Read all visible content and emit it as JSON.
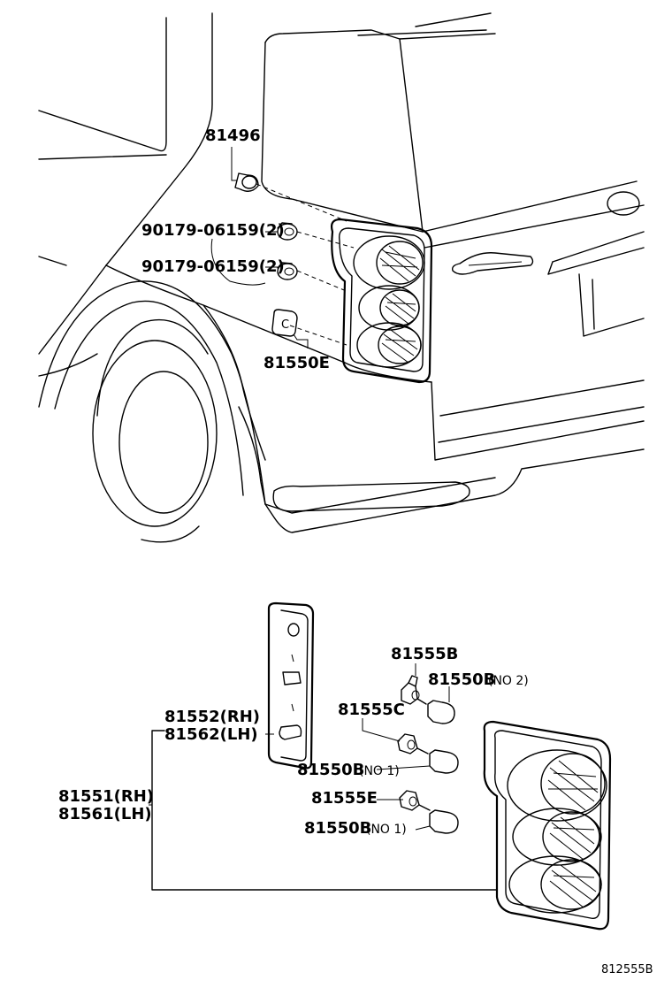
{
  "callouts": {
    "p81496": "81496",
    "p90179_a": "90179-06159(2)",
    "p90179_b": "90179-06159(2)",
    "p81550E": "81550E",
    "p81555B": "81555B",
    "p81550B_no2": "81550B",
    "p81550B_no2_note": "(NO 2)",
    "p81555C": "81555C",
    "p81552": "81552(RH)",
    "p81562": "81562(LH)",
    "p81550B_no1a": "81550B",
    "p81550B_no1a_note": "(NO 1)",
    "p81555E": "81555E",
    "p81550B_no1b": "81550B",
    "p81550B_no1b_note": "(NO 1)",
    "p81551": "81551(RH)",
    "p81561": "81561(LH)"
  },
  "figure_id": "812555B",
  "icons": {
    "clip_mark": "C"
  }
}
